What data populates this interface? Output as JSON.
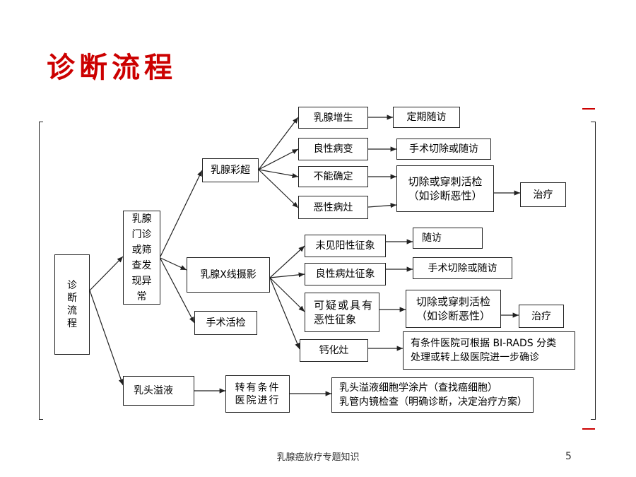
{
  "title": "诊断流程",
  "nodes": {
    "root": "诊断流程",
    "clinic": "乳腺门诊或筛查发现异常",
    "ultrasound": "乳腺彩超",
    "mammo": "乳腺Ⅹ线摄影",
    "biopsy": "手术活检",
    "discharge": "乳头溢液",
    "us_hyperplasia": "乳腺增生",
    "us_hyperplasia_out": "定期随访",
    "us_benign": "良性病变",
    "us_benign_out": "手术切除或随访",
    "us_unsure": "不能确定",
    "us_unsure_out_1": "切除或穿刺活检",
    "us_unsure_out_2": "（如诊断恶性）",
    "us_malignant": "恶性病灶",
    "us_treat": "治疗",
    "mm_negative": "未见阳性征象",
    "mm_negative_out": "随访",
    "mm_benign": "良性病灶征象",
    "mm_benign_out": "手术切除或随访",
    "mm_suspect_1": "可疑或具有",
    "mm_suspect_2": "恶性征象",
    "mm_suspect_out_1": "切除或穿刺活检",
    "mm_suspect_out_2": "（如诊断恶性）",
    "mm_treat": "治疗",
    "mm_calc": "钙化灶",
    "mm_calc_out_1": "有条件医院可根据 BI-RADS 分类",
    "mm_calc_out_2": "处理或转上级医院进一步确诊",
    "dc_refer_1": "转有条件",
    "dc_refer_2": "医院进行",
    "dc_out_1": "乳头溢液细胞学涂片（查找癌细胞）",
    "dc_out_2": "乳管内镜检查（明确诊断，决定治疗方案）"
  },
  "footer": "乳腺癌放疗专题知识",
  "page_number": "5",
  "colors": {
    "title": "#cc0000",
    "line": "#222222"
  }
}
